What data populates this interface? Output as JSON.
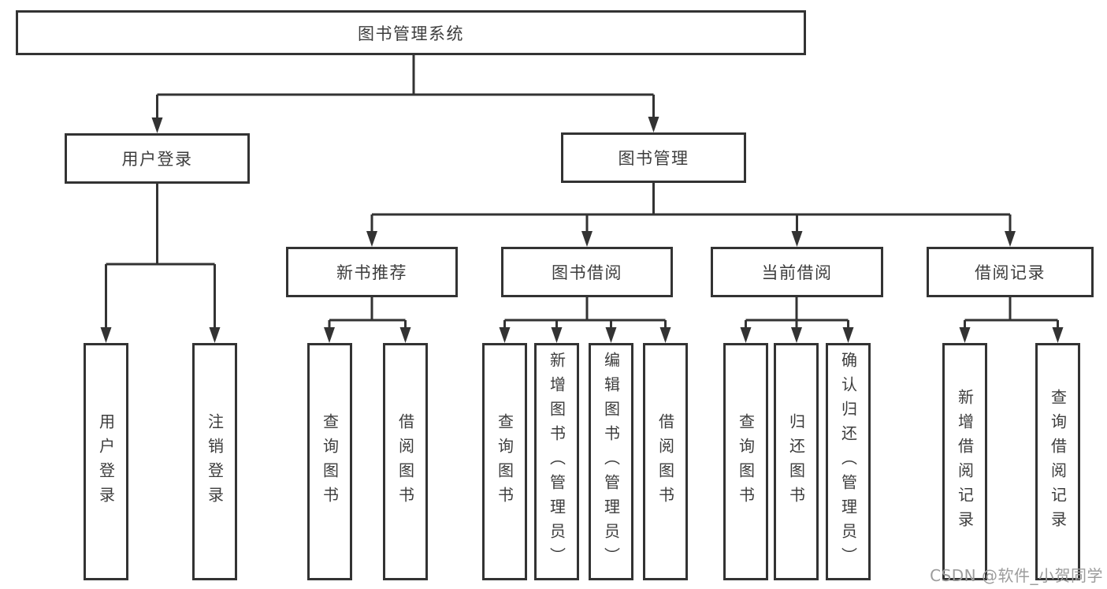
{
  "diagram": {
    "type": "tree",
    "root": {
      "label": "图书管理系统"
    },
    "level2": [
      {
        "label": "用户登录",
        "parent": "图书管理系统"
      },
      {
        "label": "图书管理",
        "parent": "图书管理系统"
      }
    ],
    "level3": [
      {
        "label": "新书推荐",
        "parent": "图书管理"
      },
      {
        "label": "图书借阅",
        "parent": "图书管理"
      },
      {
        "label": "当前借阅",
        "parent": "图书管理"
      },
      {
        "label": "借阅记录",
        "parent": "图书管理"
      }
    ],
    "leaves": [
      {
        "label": "用户登录",
        "parent": "用户登录"
      },
      {
        "label": "注销登录",
        "parent": "用户登录"
      },
      {
        "label": "查询图书",
        "parent": "新书推荐"
      },
      {
        "label": "借阅图书",
        "parent": "新书推荐"
      },
      {
        "label": "查询图书",
        "parent": "图书借阅"
      },
      {
        "label": "新增图书（管理员）",
        "parent": "图书借阅"
      },
      {
        "label": "编辑图书（管理员）",
        "parent": "图书借阅"
      },
      {
        "label": "借阅图书",
        "parent": "图书借阅"
      },
      {
        "label": "查询图书",
        "parent": "当前借阅"
      },
      {
        "label": "归还图书",
        "parent": "当前借阅"
      },
      {
        "label": "确认归还（管理员）",
        "parent": "当前借阅"
      },
      {
        "label": "新增借阅记录",
        "parent": "借阅记录"
      },
      {
        "label": "查询借阅记录",
        "parent": "借阅记录"
      }
    ]
  },
  "watermark": {
    "text": "CSDN @软件_小贺同学"
  },
  "colors": {
    "line": "#333333",
    "node_border": "#333333",
    "node_text": "#3d3d3d",
    "watermark_text": "#9c9c9c",
    "background": "#ffffff"
  }
}
